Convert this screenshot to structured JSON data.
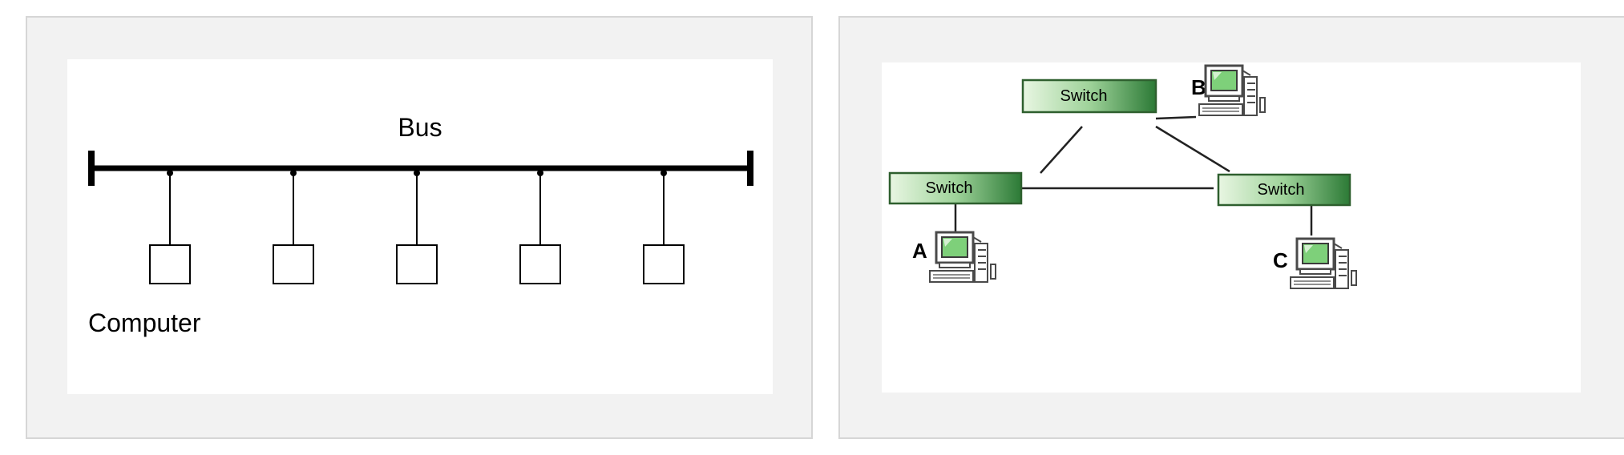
{
  "bus_diagram": {
    "bus_label": "Bus",
    "computer_label": "Computer"
  },
  "network_diagram": {
    "switches": [
      {
        "id": "top",
        "label": "Switch"
      },
      {
        "id": "left",
        "label": "Switch"
      },
      {
        "id": "right",
        "label": "Switch"
      }
    ],
    "computers": [
      {
        "id": "A",
        "label": "A"
      },
      {
        "id": "B",
        "label": "B"
      },
      {
        "id": "C",
        "label": "C"
      }
    ]
  },
  "colors": {
    "switch_light": "#e6f5e0",
    "switch_dark": "#2f7d3a",
    "switch_border": "#3c6e3c",
    "line": "#000000",
    "panel_bg": "#f2f2f2",
    "panel_border": "#d6d6d6"
  }
}
